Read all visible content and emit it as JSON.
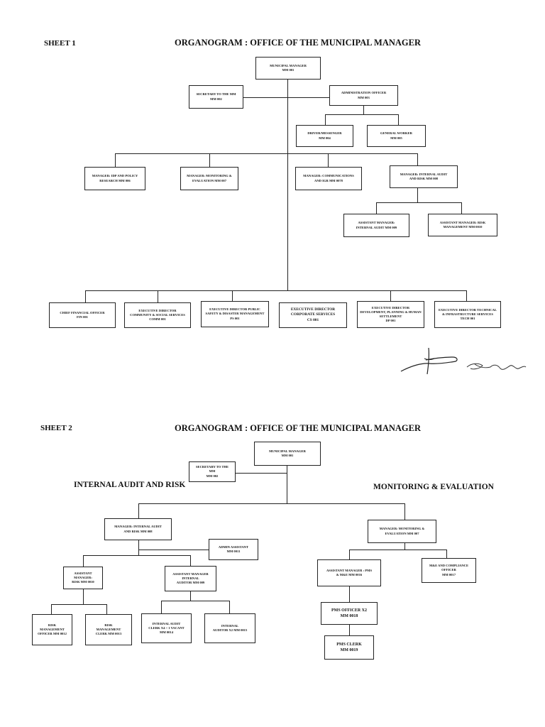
{
  "sheet1": {
    "label": "SHEET 1",
    "title": "ORGANOGRAM : OFFICE OF THE MUNICIPAL MANAGER",
    "boxes": {
      "mm": "MUNICIPAL MANAGER\nMM 001",
      "secretary": "SECRETARY TO THE MM\nMM 002",
      "admin_officer": "ADMINISTRATION OFFICER\nMM 003",
      "driver": "DRIVER/MESSENGER\nMM 004",
      "general_worker": "GENERAL WORKER\nMM 005",
      "idp": "MANAGER: IDP AND POLICY\nRESEARCH MM 006",
      "monitoring": "MANAGER: MONITORING &\nEVALUATION MM 007",
      "communications": "MANAGER: COMMUNICATIONS\nAND IGR MM 0078",
      "internal_audit": "MANAGER: INTERNAL AUDIT\nAND RISK MM 008",
      "asst_internal_audit": "ASSISTANT MANAGER:\nINTERNAL AUDIT MM 009",
      "asst_risk": "ASSISTANT MANAGER: RISK\nMANAGEMENT MM 0010",
      "cfo": "CHIEF FINANCIAL OFFICER\nFIN 001",
      "ed_community": "EXECUTIVE DIRECTOR\nCOMMUNITY & SOCIAL SERVICES\nCOMM 001",
      "ed_public_safety": "EXECUTIVE DIRECTOR PUBLIC\nSAFETY & DISASTER MANAGEMENT\nPS 001",
      "ed_corporate": "EXECUTIVE DIRECTOR\nCORPORATE SERVICES\nCS 001",
      "ed_development": "EXECUTIVE DIRECTOR\nDEVELOPMENT, PLANNING & HUMAN\nSETTLEMENT\nDP 001",
      "ed_technical": "EXECUTIVE DIRECTOR TECHNICAL\n& INFRASTRUCTURE SERVICES\nTECH 001"
    }
  },
  "sheet2": {
    "label": "SHEET 2",
    "title": "ORGANOGRAM : OFFICE OF THE MUNICIPAL MANAGER",
    "section_left": "INTERNAL AUDIT AND RISK",
    "section_right": "MONITORING & EVALUATION",
    "boxes": {
      "mm": "MUNICIPAL MANAGER\nMM 001",
      "secretary": "SECRETARY TO THE\nMM\nMM 002",
      "internal_audit": "MANAGER: INTERNAL AUDIT\nAND RISK MM 008",
      "admin_assistant": "ADMIN ASSISTANT\nMM 0011",
      "asst_risk": "ASSISTANT\nMANAGER:\nRISK MM 0010",
      "asst_internal_audit": "ASSISTANT MANAGER\nINTERNAL\nAUDITOR MM 009",
      "risk_officer": "RISK\nMANAGEMENT\nOFFICER MM 0012",
      "risk_clerk": "RISK\nMANAGEMENT\nCLERK MM 0013",
      "audit_clerk": "INTERNAL AUDIT\nCLERK X4 = 1 VACANT\nMM 0014",
      "internal_auditor": "INTERNAL\nAUDITOR X2 MM 0015",
      "monitoring": "MANAGER: MONITORING &\nEVALUATION MM 007",
      "asst_pms": "ASSISTANT MANAGER : PMS\n& M&E MM 0016",
      "me_compliance": "M&E AND COMPLIANCE\nOFFICER\nMM 0017",
      "pms_officer": "PMS OFFICER X2\nMM 0018",
      "pms_clerk": "PMS CLERK\nMM 0019"
    }
  }
}
